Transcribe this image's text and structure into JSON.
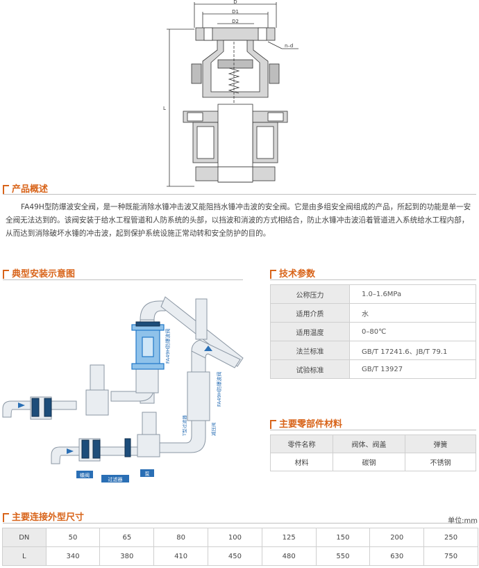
{
  "drawing": {
    "labels": {
      "d": "D",
      "d1": "D1",
      "d2": "D2",
      "nd": "n–d",
      "l": "L"
    }
  },
  "overview": {
    "title": "产品概述",
    "text": "FA49H型防爆波安全阀，是一种既能消除水锤冲击波又能阻挡水锤冲击波的安全阀。它是由多组安全阀组成的产品，所起到的功能是单一安全阀无法达到的。该阀安装于给水工程管道和人防系统的头部，以挡波和消波的方式相结合，防止水锤冲击波沿着管道进入系统给水工程内部，从而达到消除破坏水锤的冲击波，起到保护系统设施正常动转和安全防护的目的。"
  },
  "install": {
    "title": "典型安装示意图",
    "labels": {
      "valve_a": "FA49H防爆波阀",
      "valve_b": "FA49H防爆波阀",
      "gate": "蝶阀",
      "filter": "过滤器",
      "pump": "泵",
      "tag_t": "T型过滤器",
      "tag_s": "减压阀"
    }
  },
  "tech": {
    "title": "技术参数",
    "rows": [
      {
        "k": "公称压力",
        "v": "1.0–1.6MPa"
      },
      {
        "k": "适用介质",
        "v": "水"
      },
      {
        "k": "适用温度",
        "v": "0–80℃"
      },
      {
        "k": "法兰标准",
        "v": "GB/T 17241.6、JB/T 79.1"
      },
      {
        "k": "试验标准",
        "v": "GB/T 13927"
      }
    ]
  },
  "materials": {
    "title": "主要零部件材料",
    "header": [
      "零件名称",
      "阀体、阀盖",
      "弹簧"
    ],
    "row": [
      "材料",
      "碳钢",
      "不锈钢"
    ]
  },
  "dims": {
    "title": "主要连接外型尺寸",
    "unit": "单位:mm",
    "dn_label": "DN",
    "dn": [
      "50",
      "65",
      "80",
      "100",
      "125",
      "150",
      "200",
      "250"
    ],
    "l_label": "L",
    "l": [
      "340",
      "380",
      "410",
      "450",
      "480",
      "550",
      "630",
      "750"
    ]
  },
  "colors": {
    "accent": "#d8641a",
    "pipe_blue": "#2a6fb5",
    "valve_blue": "#1f77c8"
  }
}
